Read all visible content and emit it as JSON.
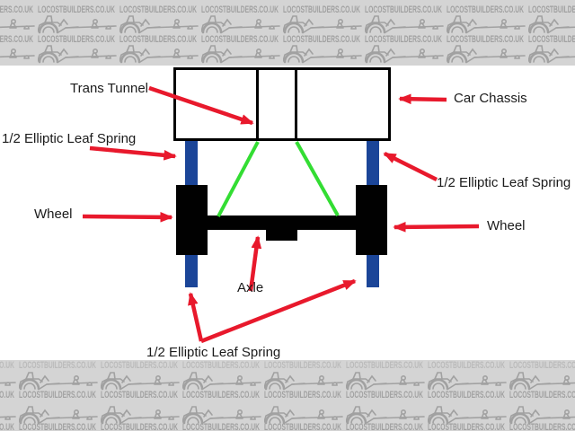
{
  "watermark": {
    "text": "LOCOSTBUILDERS.CO.UK"
  },
  "diagram": {
    "labels": {
      "trans_tunnel": "Trans Tunnel",
      "car_chassis": "Car Chassis",
      "leaf_spring_left": "1/2 Elliptic Leaf Spring",
      "leaf_spring_right": "1/2 Elliptic Leaf Spring",
      "leaf_spring_bottom": "1/2 Elliptic Leaf Spring",
      "wheel_left": "Wheel",
      "wheel_right": "Wheel",
      "axle": "Axle"
    },
    "colors": {
      "background_gray": "#d4d4d4",
      "watermark_gray": "#a1a1a1",
      "chassis_black": "#010101",
      "spring_blue": "#1b4598",
      "link_green": "#33dd33",
      "arrow_red": "#e8192c",
      "label_text": "#1b1b1b"
    }
  }
}
